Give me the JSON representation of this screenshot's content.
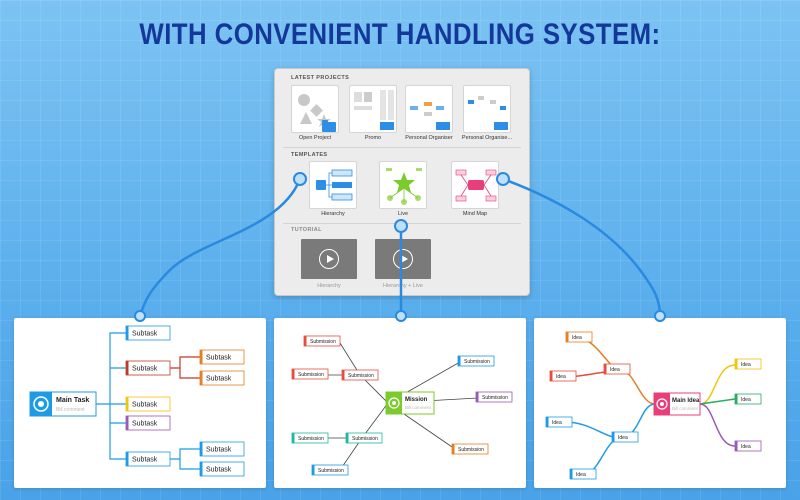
{
  "headline": "WITH CONVENIENT HANDLING SYSTEM:",
  "launcher": {
    "latest_projects_title": "LATEST PROJECTS",
    "latest_projects": [
      {
        "label": "Open Project"
      },
      {
        "label": "Promo"
      },
      {
        "label": "Personal Organiser"
      },
      {
        "label": "Personal Organise..."
      }
    ],
    "templates_title": "TEMPLATES",
    "templates": [
      {
        "label": "Hierarchy"
      },
      {
        "label": "Live"
      },
      {
        "label": "Mind Map"
      }
    ],
    "tutorial_title": "TUTORIAL",
    "tutorials": [
      {
        "label": "Hierarchy"
      },
      {
        "label": "Hierarchy + Live"
      }
    ]
  },
  "hierarchy_panel": {
    "main_label": "Main Task",
    "main_sub": "Bill comment",
    "subtask_label": "Subtask"
  },
  "live_panel": {
    "center_label": "Mission",
    "center_sub": "Bill comment",
    "node_label": "Submission"
  },
  "mindmap_panel": {
    "center_label": "Main Idea",
    "center_sub": "Bill comment",
    "node_label": "Idea"
  },
  "colors": {
    "headline": "#14389a",
    "connector": "#2a8ae0",
    "hierarchy_main": "#1f9be6",
    "live_main": "#7ccb2c",
    "mindmap_main": "#e83f7a"
  }
}
